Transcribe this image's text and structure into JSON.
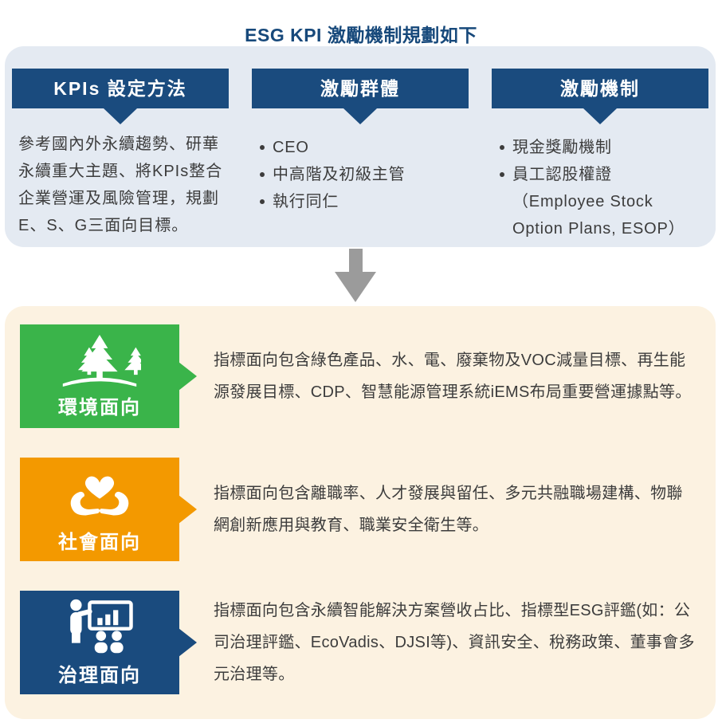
{
  "title": "ESG KPI 激勵機制規劃如下",
  "top": {
    "columns": [
      {
        "header": "KPIs 設定方法",
        "body": "參考國內外永續趨勢、研華永續重大主題、將KPIs整合企業營運及風險管理，規劃E、S、G三面向目標。"
      },
      {
        "header": "激勵群體",
        "bullets": [
          "CEO",
          "中高階及初級主管",
          "執行同仁"
        ]
      },
      {
        "header": "激勵機制",
        "bullets": [
          "現金獎勵機制",
          "員工認股權證（Employee Stock Option Plans, ESOP）"
        ]
      }
    ]
  },
  "bottom": {
    "rows": [
      {
        "label": "環境面向",
        "icon": "trees-icon",
        "color": "#3AB44A",
        "text": "指標面向包含綠色產品、水、電、廢棄物及VOC減量目標、再生能源發展目標、CDP、智慧能源管理系統iEMS布局重要營運據點等。"
      },
      {
        "label": "社會面向",
        "icon": "hands-heart-icon",
        "color": "#F39900",
        "text": "指標面向包含離職率、人才發展與留任、多元共融職場建構、物聯網創新應用與教育、職業安全衛生等。"
      },
      {
        "label": "治理面向",
        "icon": "presentation-chart-icon",
        "color": "#1A4B7E",
        "text": "指標面向包含永續智能解決方案營收占比、指標型ESG評鑑(如：公司治理評鑑、EcoVadis、DJSI等)、資訊安全、稅務政策、董事會多元治理等。"
      }
    ]
  },
  "colors": {
    "header_navy": "#1A4B7E",
    "panel_blue": "#E4EAF2",
    "panel_cream": "#FCF2E1",
    "arrow_gray": "#9B9B9B",
    "title_navy": "#17497B",
    "text_dark": "#3C3C3C",
    "environment_green": "#3AB44A",
    "social_orange": "#F39900",
    "governance_navy": "#1A4B7E"
  }
}
